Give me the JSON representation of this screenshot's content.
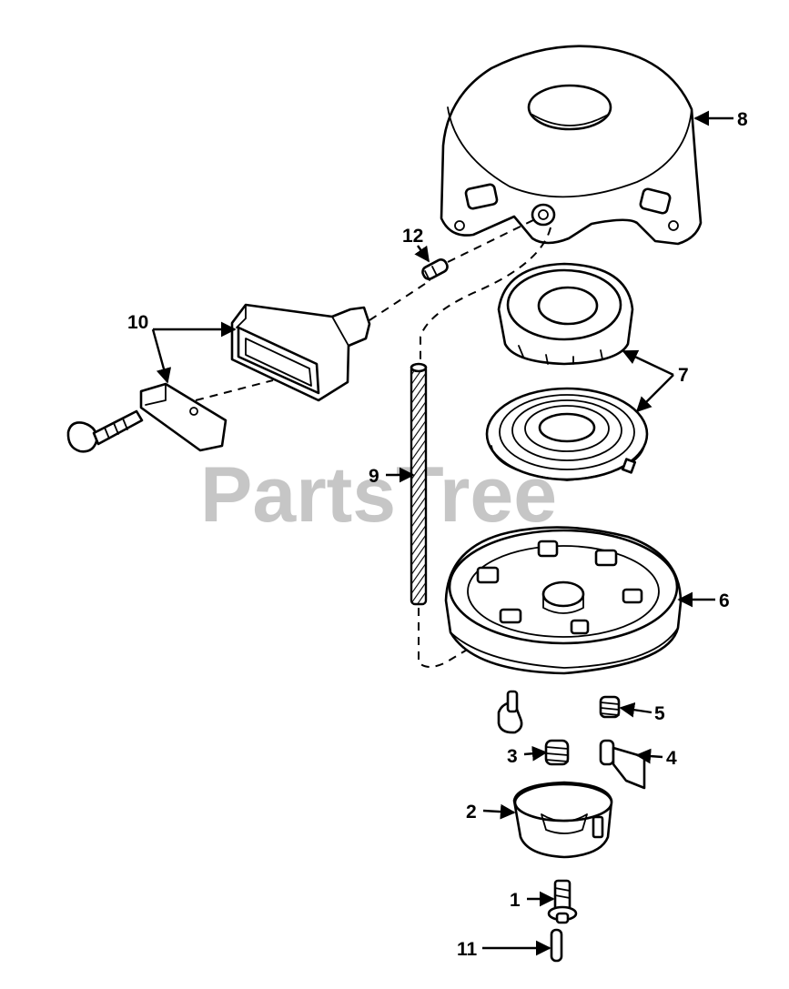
{
  "watermark": "PartsTree",
  "callouts": [
    {
      "number": "1",
      "part": "center-bolt"
    },
    {
      "number": "2",
      "part": "retainer-cup"
    },
    {
      "number": "3",
      "part": "brake-spring"
    },
    {
      "number": "4",
      "part": "dog"
    },
    {
      "number": "5",
      "part": "dog-spring"
    },
    {
      "number": "6",
      "part": "pulley"
    },
    {
      "number": "7",
      "part": "spring-canister"
    },
    {
      "number": "8",
      "part": "starter-housing"
    },
    {
      "number": "9",
      "part": "starter-rope"
    },
    {
      "number": "10",
      "part": "handle-and-insert"
    },
    {
      "number": "11",
      "part": "roll-pin"
    },
    {
      "number": "12",
      "part": "eyelet"
    }
  ],
  "colors": {
    "ink": "#000000",
    "watermark": "#b4b4b4",
    "background": "#ffffff"
  }
}
